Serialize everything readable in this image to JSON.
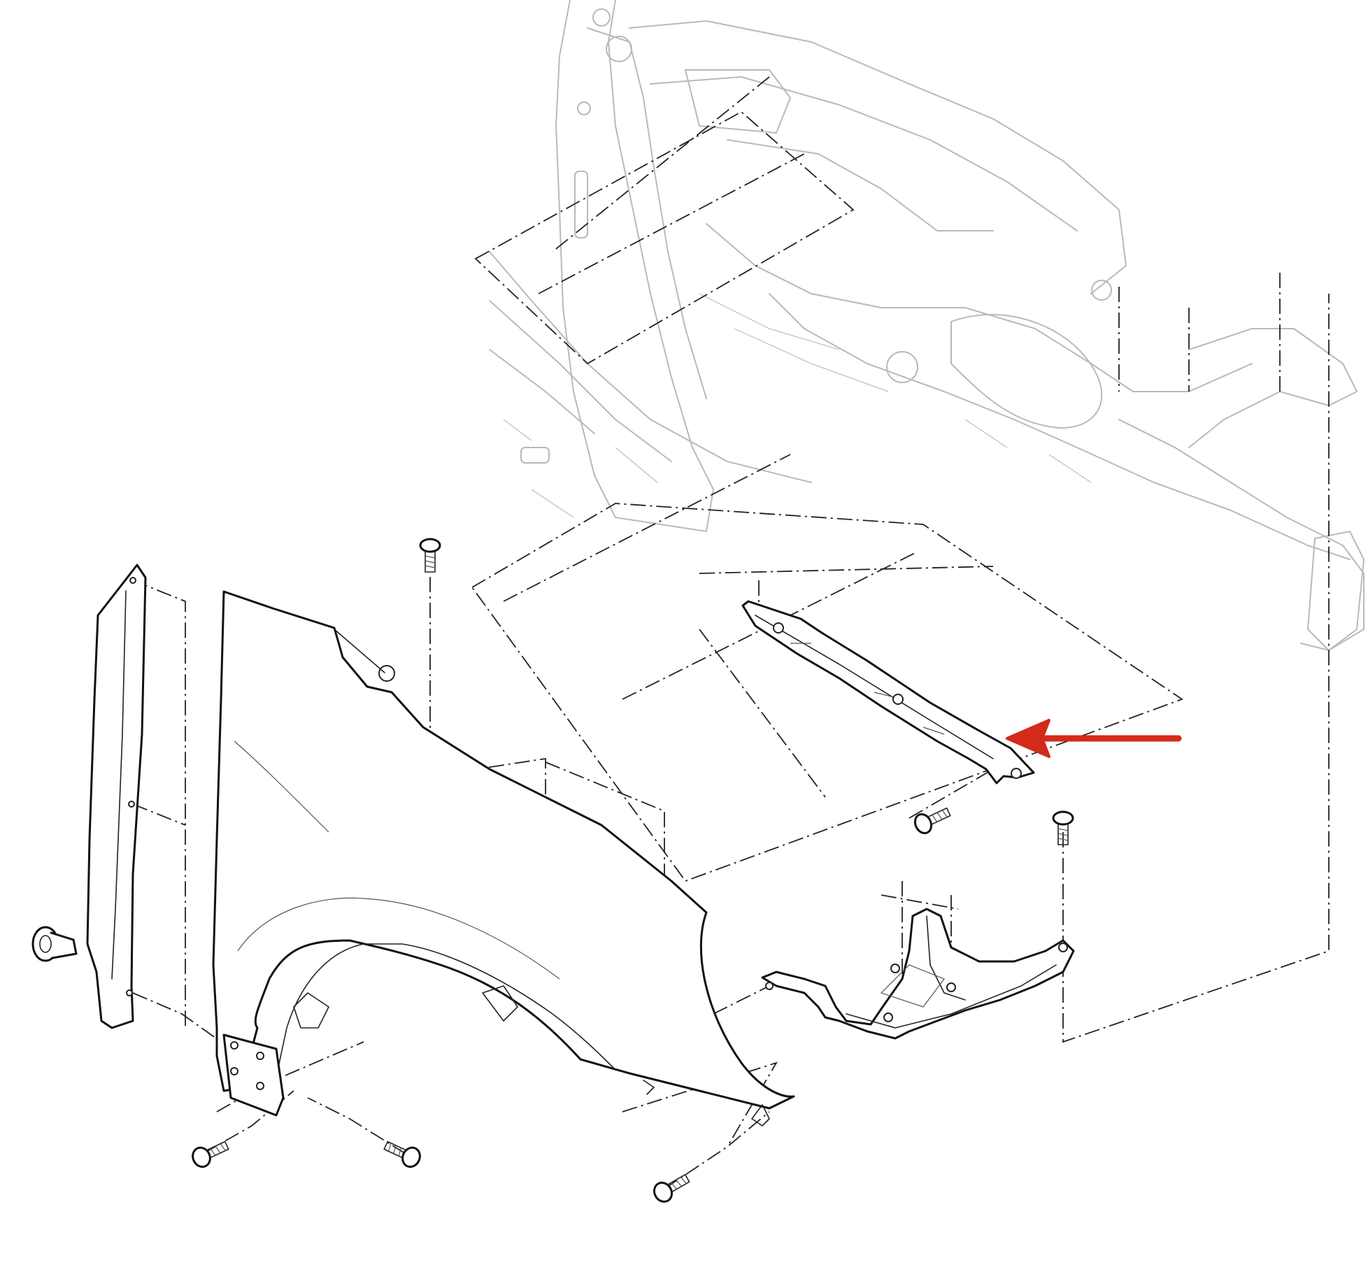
{
  "diagram": {
    "type": "exploded-parts-illustration",
    "colors": {
      "background": "#ffffff",
      "line": "#111111",
      "ghost_structure": "#b9b9b9",
      "callout_arrow": "#d42a1a"
    },
    "parts": [
      "front-fender-panel",
      "fender-side-seal",
      "upper-fender-mounting-rail",
      "lower-fender-mounting-bracket",
      "push-clip",
      "bolts",
      "body-structure-ghost"
    ],
    "callout": {
      "shape": "arrow",
      "direction": "left",
      "points_to": "upper-fender-mounting-rail"
    }
  }
}
